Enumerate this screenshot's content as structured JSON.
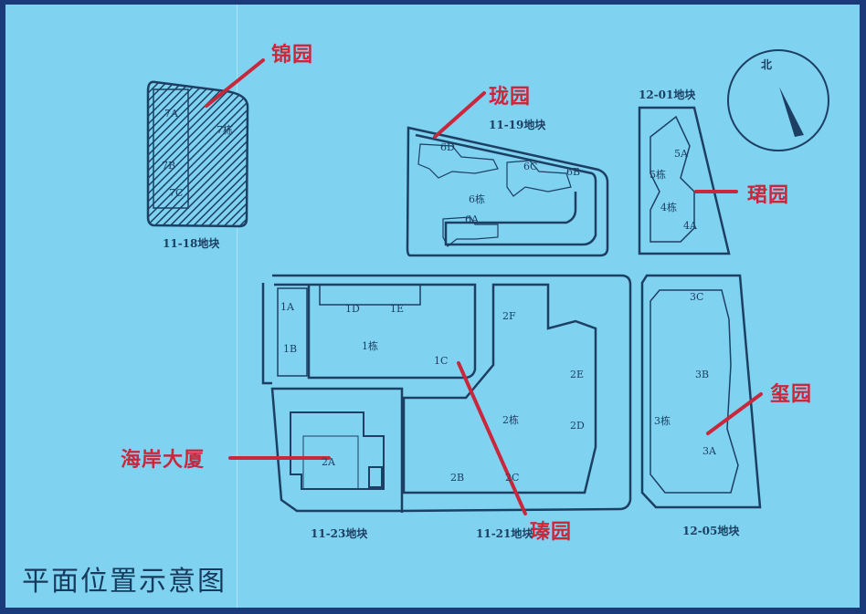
{
  "map": {
    "title": "平面位置示意图",
    "north_label": "北",
    "colors": {
      "background": "#7fd3f0",
      "frame": "#1a3a7a",
      "linework": "#1d3f63",
      "callout": "#c8273c"
    },
    "callouts": [
      {
        "label": "锦园"
      },
      {
        "label": "珑园"
      },
      {
        "label": "珺园"
      },
      {
        "label": "玺园"
      },
      {
        "label": "海岸大厦"
      },
      {
        "label": "瑧园"
      }
    ],
    "plots": [
      {
        "label": "11-18地块"
      },
      {
        "label": "11-19地块"
      },
      {
        "label": "12-01地块"
      },
      {
        "label": "11-23地块"
      },
      {
        "label": "11-21地块"
      },
      {
        "label": "12-05地块"
      }
    ],
    "buildings": {
      "p1118": [
        "7栋",
        "7A",
        "7B",
        "7C"
      ],
      "p1119": [
        "6D",
        "6C",
        "6B",
        "6栋",
        "6A"
      ],
      "p1201": [
        "5A",
        "5栋",
        "4栋",
        "4A"
      ],
      "p1121_north": [
        "1A",
        "1B",
        "1D",
        "1E",
        "1栋",
        "1C"
      ],
      "p1121_south": [
        "2F",
        "2E",
        "2栋",
        "2D",
        "2B",
        "2C"
      ],
      "p1123": [
        "2A"
      ],
      "p1205": [
        "3C",
        "3B",
        "3栋",
        "3A"
      ]
    }
  }
}
